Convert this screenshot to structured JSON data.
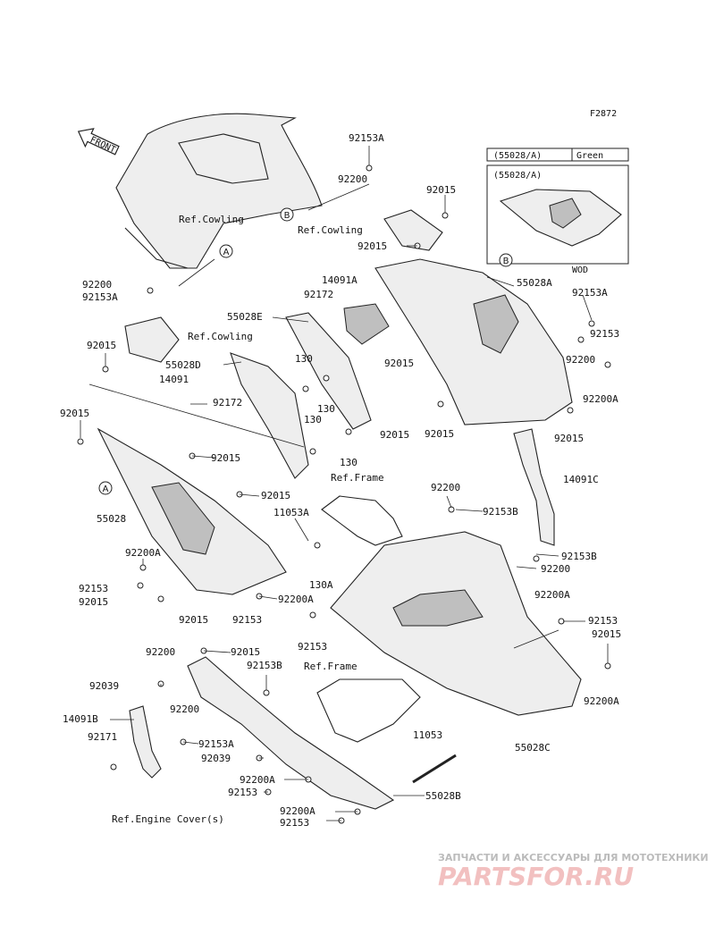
{
  "figure_code": "F2872",
  "front_arrow": "FRONT",
  "inset": {
    "header_part": "(55028/A)",
    "header_color": "Green",
    "part": "(55028/A)",
    "variant": "WOD"
  },
  "refs": {
    "cowling_1": "Ref.Cowling",
    "cowling_2": "Ref.Cowling",
    "cowling_3": "Ref.Cowling",
    "frame_1": "Ref.Frame",
    "frame_2": "Ref.Frame",
    "engine_cover": "Ref.Engine Cover(s)"
  },
  "callouts": {
    "a1": "A",
    "a2": "A",
    "b1": "B",
    "b2": "B"
  },
  "labels": [
    {
      "id": "l01",
      "text": "92153A"
    },
    {
      "id": "l02",
      "text": "92200"
    },
    {
      "id": "l03",
      "text": "92015"
    },
    {
      "id": "l04",
      "text": "92015"
    },
    {
      "id": "l05",
      "text": "55028A"
    },
    {
      "id": "l06",
      "text": "92153A"
    },
    {
      "id": "l07",
      "text": "92153"
    },
    {
      "id": "l08",
      "text": "92200"
    },
    {
      "id": "l09",
      "text": "92200A"
    },
    {
      "id": "l10",
      "text": "92015"
    },
    {
      "id": "l11",
      "text": "92200"
    },
    {
      "id": "l12",
      "text": "92153A"
    },
    {
      "id": "l13",
      "text": "14091A"
    },
    {
      "id": "l14",
      "text": "92172"
    },
    {
      "id": "l15",
      "text": "55028E"
    },
    {
      "id": "l16",
      "text": "92015"
    },
    {
      "id": "l17",
      "text": "55028D"
    },
    {
      "id": "l18",
      "text": "130"
    },
    {
      "id": "l19",
      "text": "14091"
    },
    {
      "id": "l20",
      "text": "92172"
    },
    {
      "id": "l21",
      "text": "130"
    },
    {
      "id": "l22",
      "text": "130"
    },
    {
      "id": "l23",
      "text": "92015"
    },
    {
      "id": "l24",
      "text": "92015"
    },
    {
      "id": "l25",
      "text": "92015"
    },
    {
      "id": "l26",
      "text": "92015"
    },
    {
      "id": "l27",
      "text": "130"
    },
    {
      "id": "l28",
      "text": "92015"
    },
    {
      "id": "l29",
      "text": "14091C"
    },
    {
      "id": "l30",
      "text": "92200"
    },
    {
      "id": "l31",
      "text": "92015"
    },
    {
      "id": "l32",
      "text": "92153B"
    },
    {
      "id": "l33",
      "text": "55028"
    },
    {
      "id": "l34",
      "text": "11053A"
    },
    {
      "id": "l35",
      "text": "92153B"
    },
    {
      "id": "l36",
      "text": "92200"
    },
    {
      "id": "l37",
      "text": "92200A"
    },
    {
      "id": "l38",
      "text": "130A"
    },
    {
      "id": "l39",
      "text": "92153"
    },
    {
      "id": "l40",
      "text": "92200A"
    },
    {
      "id": "l41",
      "text": "92200A"
    },
    {
      "id": "l42",
      "text": "92015"
    },
    {
      "id": "l43",
      "text": "92015"
    },
    {
      "id": "l44",
      "text": "92153"
    },
    {
      "id": "l45",
      "text": "92153"
    },
    {
      "id": "l46",
      "text": "92015"
    },
    {
      "id": "l47",
      "text": "92153"
    },
    {
      "id": "l48",
      "text": "92200"
    },
    {
      "id": "l49",
      "text": "92039"
    },
    {
      "id": "l50",
      "text": "92015"
    },
    {
      "id": "l51",
      "text": "92153B"
    },
    {
      "id": "l52",
      "text": "92200A"
    },
    {
      "id": "l53",
      "text": "14091B"
    },
    {
      "id": "l54",
      "text": "92200"
    },
    {
      "id": "l55",
      "text": "92171"
    },
    {
      "id": "l56",
      "text": "92153A"
    },
    {
      "id": "l57",
      "text": "92039"
    },
    {
      "id": "l58",
      "text": "11053"
    },
    {
      "id": "l59",
      "text": "55028C"
    },
    {
      "id": "l60",
      "text": "92200A"
    },
    {
      "id": "l61",
      "text": "92153"
    },
    {
      "id": "l62",
      "text": "55028B"
    },
    {
      "id": "l63",
      "text": "92200A"
    },
    {
      "id": "l64",
      "text": "92153"
    }
  ],
  "watermark": {
    "tagline": "ЗАПЧАСТИ И АКСЕССУАРЫ ДЛЯ МОТОТЕХНИКИ",
    "brand": "PARTSFOR.RU"
  }
}
